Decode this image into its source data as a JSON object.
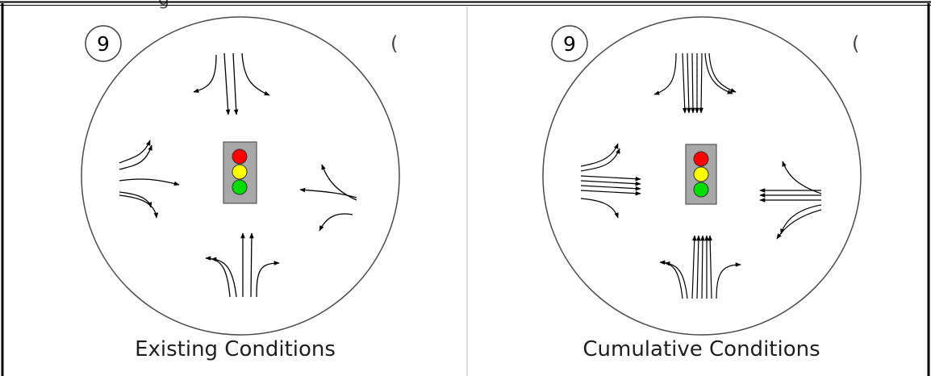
{
  "header": {
    "cut_off_text": "g"
  },
  "panels": [
    {
      "id": "existing",
      "number": "9",
      "caption": "Existing Conditions",
      "edge_mark": "("
    },
    {
      "id": "cumulative",
      "number": "9",
      "caption": "Cumulative Conditions",
      "edge_mark": "("
    }
  ],
  "signal_colors": {
    "red": "#ff0000",
    "yellow": "#ffff00",
    "green": "#00dd00",
    "housing": "#a8a8a8"
  }
}
